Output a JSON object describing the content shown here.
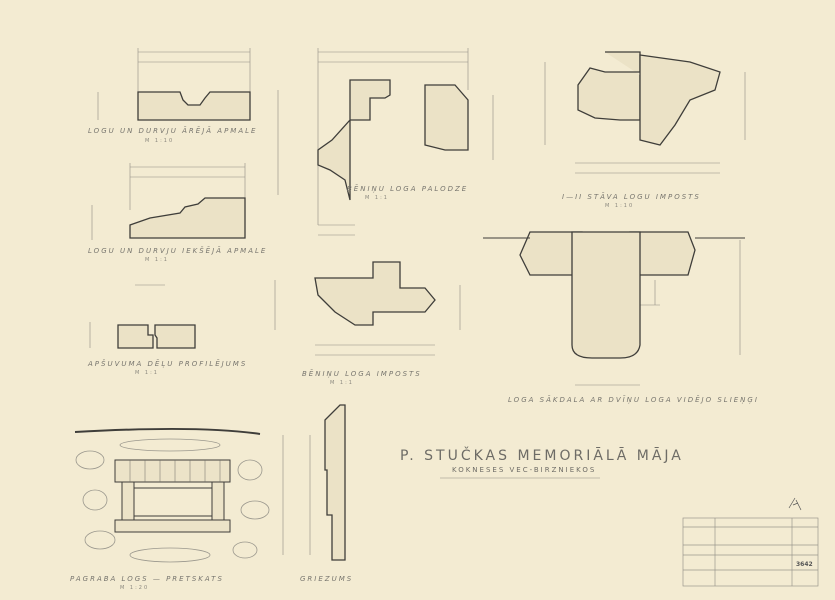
{
  "title": {
    "main": "P. STUČKAS MEMORIĀLĀ MĀJA",
    "sub": "KOKNESES VEC-BIRZNIEKOS"
  },
  "details": [
    {
      "label": "LOGU UN DURVJU ĀRĒJĀ APMALE",
      "scale": "M 1:10"
    },
    {
      "label": "LOGU UN DURVJU IEKŠĒJĀ APMALE",
      "scale": "M 1:1"
    },
    {
      "label": "APŠUVUMA DĒĻU PROFILĒJUMS",
      "scale": "M 1:1"
    },
    {
      "label": "BĒNIŅU LOGA PALODZE",
      "scale": "M 1:1"
    },
    {
      "label": "BĒNIŅU LOGA IMPOSTS",
      "scale": "M 1:1"
    },
    {
      "label": "I—II STĀVA LOGU IMPOSTS",
      "scale": "M 1:10"
    },
    {
      "label": "LOGA SĀKDALA AR DVĪŅU LOGA VIDĒJO SLIEŅĢI",
      "scale": ""
    },
    {
      "label": "PAGRABA LOGS — PRETSKATS",
      "scale": "M 1:20"
    },
    {
      "label": "GRIEZUMS",
      "scale": ""
    }
  ],
  "stamp": {
    "number": "3642"
  },
  "colors": {
    "paper": "#f3ebd2",
    "ink": "#4a4945"
  }
}
